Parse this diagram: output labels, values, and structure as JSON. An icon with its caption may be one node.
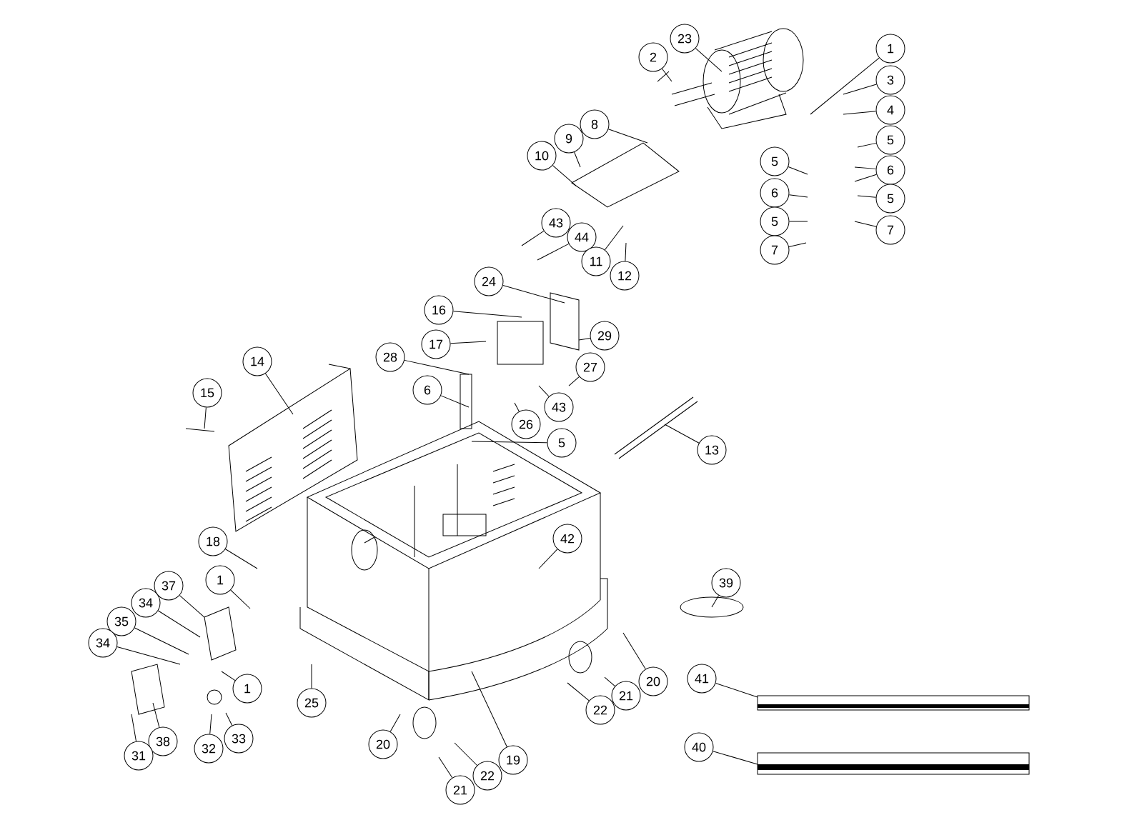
{
  "diagram": {
    "nodes": [
      {
        "text": [
          "23"
        ]
      },
      {
        "text": [
          "2"
        ]
      },
      {
        "text": [
          "1"
        ]
      },
      {
        "text": [
          "3"
        ]
      },
      {
        "text": [
          "4"
        ]
      },
      {
        "text": [
          "5"
        ]
      },
      {
        "text": [
          "8"
        ]
      },
      {
        "text": [
          "9"
        ]
      },
      {
        "text": [
          "5"
        ]
      },
      {
        "text": [
          "6"
        ]
      },
      {
        "text": [
          "10"
        ]
      },
      {
        "text": [
          "6"
        ]
      },
      {
        "text": [
          "5"
        ]
      },
      {
        "text": [
          "5"
        ]
      },
      {
        "text": [
          "7"
        ]
      },
      {
        "text": [
          "7"
        ]
      },
      {
        "text": [
          "43"
        ]
      },
      {
        "text": [
          "44"
        ]
      },
      {
        "text": [
          "11"
        ]
      },
      {
        "text": [
          "12"
        ]
      },
      {
        "text": [
          "24"
        ]
      },
      {
        "text": [
          "16"
        ]
      },
      {
        "text": [
          "29"
        ]
      },
      {
        "text": [
          "17"
        ]
      },
      {
        "text": [
          "28"
        ]
      },
      {
        "text": [
          "27"
        ]
      },
      {
        "text": [
          "14"
        ]
      },
      {
        "text": [
          "6"
        ]
      },
      {
        "text": [
          "15"
        ]
      },
      {
        "text": [
          "43"
        ]
      },
      {
        "text": [
          "26"
        ]
      },
      {
        "text": [
          "5"
        ]
      },
      {
        "text": [
          "13"
        ]
      },
      {
        "text": [
          "18"
        ]
      },
      {
        "text": [
          "42"
        ]
      },
      {
        "text": [
          "1"
        ]
      },
      {
        "text": [
          "37"
        ]
      },
      {
        "text": [
          "39"
        ]
      },
      {
        "text": [
          "34"
        ]
      },
      {
        "text": [
          "35"
        ]
      },
      {
        "text": [
          "34"
        ]
      },
      {
        "text": [
          "41"
        ]
      },
      {
        "text": [
          "20"
        ]
      },
      {
        "text": [
          "1"
        ]
      },
      {
        "text": [
          "21"
        ]
      },
      {
        "text": [
          "25"
        ]
      },
      {
        "text": [
          "22"
        ]
      },
      {
        "text": [
          "38"
        ]
      },
      {
        "text": [
          "33"
        ]
      },
      {
        "text": [
          "20"
        ]
      },
      {
        "text": [
          "32"
        ]
      },
      {
        "text": [
          "31"
        ]
      },
      {
        "text": [
          "40"
        ]
      },
      {
        "text": [
          "19"
        ]
      },
      {
        "text": [
          "22"
        ]
      },
      {
        "text": [
          "21"
        ]
      }
    ],
    "edges": [
      {
        "from": 0,
        "to": null,
        "arrow": "none"
      },
      {
        "from": 1,
        "to": null,
        "arrow": "none"
      },
      {
        "from": 2,
        "to": null,
        "arrow": "none"
      },
      {
        "from": 3,
        "to": null,
        "arrow": "none"
      },
      {
        "from": 4,
        "to": null,
        "arrow": "none"
      },
      {
        "from": 5,
        "to": null,
        "arrow": "none"
      },
      {
        "from": 6,
        "to": null,
        "arrow": "none"
      },
      {
        "from": 7,
        "to": null,
        "arrow": "none"
      },
      {
        "from": 8,
        "to": null,
        "arrow": "none"
      },
      {
        "from": 9,
        "to": null,
        "arrow": "none"
      },
      {
        "from": 9,
        "to": null,
        "arrow": "none"
      },
      {
        "from": 10,
        "to": null,
        "arrow": "none"
      },
      {
        "from": 11,
        "to": null,
        "arrow": "none"
      },
      {
        "from": 12,
        "to": null,
        "arrow": "none"
      },
      {
        "from": 13,
        "to": null,
        "arrow": "none"
      },
      {
        "from": 14,
        "to": null,
        "arrow": "none"
      },
      {
        "from": 15,
        "to": null,
        "arrow": "none"
      },
      {
        "from": 16,
        "to": null,
        "arrow": "none"
      },
      {
        "from": 17,
        "to": null,
        "arrow": "none"
      },
      {
        "from": 18,
        "to": null,
        "arrow": "none"
      },
      {
        "from": 19,
        "to": null,
        "arrow": "none"
      },
      {
        "from": 20,
        "to": null,
        "arrow": "none"
      },
      {
        "from": 21,
        "to": null,
        "arrow": "none"
      },
      {
        "from": 22,
        "to": null,
        "arrow": "none"
      },
      {
        "from": 23,
        "to": null,
        "arrow": "none"
      },
      {
        "from": 24,
        "to": null,
        "arrow": "none"
      },
      {
        "from": 25,
        "to": null,
        "arrow": "none"
      },
      {
        "from": 26,
        "to": null,
        "arrow": "none"
      },
      {
        "from": 27,
        "to": null,
        "arrow": "none"
      },
      {
        "from": 28,
        "to": null,
        "arrow": "none"
      },
      {
        "from": 29,
        "to": null,
        "arrow": "none"
      },
      {
        "from": 30,
        "to": null,
        "arrow": "none"
      },
      {
        "from": 31,
        "to": null,
        "arrow": "none"
      },
      {
        "from": 32,
        "to": null,
        "arrow": "none"
      },
      {
        "from": 33,
        "to": null,
        "arrow": "none"
      },
      {
        "from": 34,
        "to": null,
        "arrow": "none"
      },
      {
        "from": 35,
        "to": null,
        "arrow": "none"
      },
      {
        "from": 36,
        "to": null,
        "arrow": "none"
      },
      {
        "from": 37,
        "to": null,
        "arrow": "none"
      },
      {
        "from": 38,
        "to": null,
        "arrow": "none"
      },
      {
        "from": 39,
        "to": null,
        "arrow": "none"
      },
      {
        "from": 40,
        "to": null,
        "arrow": "none"
      },
      {
        "from": 41,
        "to": null,
        "arrow": "none"
      },
      {
        "from": 42,
        "to": null,
        "arrow": "none"
      },
      {
        "from": 43,
        "to": null,
        "arrow": "none"
      },
      {
        "from": 44,
        "to": null,
        "arrow": "none"
      },
      {
        "from": 45,
        "to": null,
        "arrow": "none"
      },
      {
        "from": 46,
        "to": null,
        "arrow": "none"
      },
      {
        "from": 47,
        "to": null,
        "arrow": "none"
      },
      {
        "from": 48,
        "to": null,
        "arrow": "none"
      },
      {
        "from": 49,
        "to": null,
        "arrow": "none"
      },
      {
        "from": 50,
        "to": null,
        "arrow": "none"
      },
      {
        "from": 51,
        "to": null,
        "arrow": "none"
      },
      {
        "from": 52,
        "to": null,
        "arrow": "none"
      },
      {
        "from": 53,
        "to": null,
        "arrow": "none"
      },
      {
        "from": 54,
        "to": null,
        "arrow": "none"
      },
      {
        "from": 55,
        "to": null,
        "arrow": "none"
      }
    ]
  }
}
